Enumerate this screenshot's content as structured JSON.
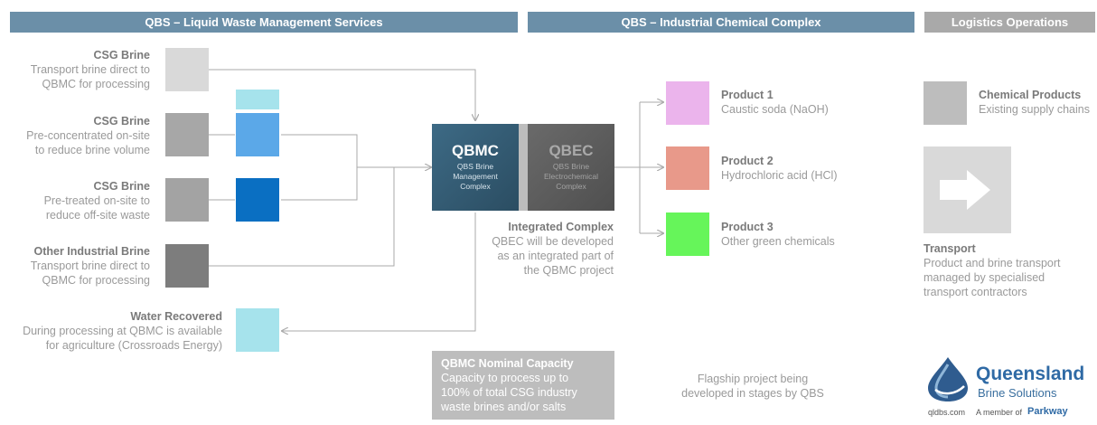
{
  "headers": {
    "lwms": "QBS – Liquid Waste Management Services",
    "icc": "QBS – Industrial Chemical Complex",
    "logistics": "Logistics Operations"
  },
  "sources": [
    {
      "title": "CSG Brine",
      "desc": [
        "Transport brine direct to",
        "QBMC for processing"
      ]
    },
    {
      "title": "CSG Brine",
      "desc": [
        "Pre-concentrated on-site",
        "to reduce brine volume"
      ]
    },
    {
      "title": "CSG Brine",
      "desc": [
        "Pre-treated on-site to",
        "reduce off-site waste"
      ]
    },
    {
      "title": "Other Industrial Brine",
      "desc": [
        "Transport brine direct to",
        "QBMC for processing"
      ]
    }
  ],
  "water": {
    "title": "Water Recovered",
    "desc": [
      "During processing at QBMC is available",
      "for agriculture (Crossroads Energy)"
    ]
  },
  "qbmc": {
    "name": "QBMC",
    "sub": [
      "QBS Brine",
      "Management",
      "Complex"
    ]
  },
  "qbec": {
    "name": "QBEC",
    "sub": [
      "QBS Brine",
      "Electrochemical",
      "Complex"
    ]
  },
  "integrated": {
    "title": "Integrated Complex",
    "desc": [
      "QBEC will be developed",
      "as an integrated part of",
      "the QBMC project"
    ]
  },
  "capacity": {
    "title": "QBMC Nominal Capacity",
    "desc": [
      "Capacity to process up to",
      "100% of total CSG industry",
      "waste brines and/or salts"
    ]
  },
  "flagship": [
    "Flagship project being",
    "developed in stages by QBS"
  ],
  "products": [
    {
      "title": "Product 1",
      "desc": "Caustic soda (NaOH)",
      "color": "#ebb4ec"
    },
    {
      "title": "Product 2",
      "desc": "Hydrochloric acid (HCl)",
      "color": "#e8998a"
    },
    {
      "title": "Product 3",
      "desc": "Other green chemicals",
      "color": "#66f55a"
    }
  ],
  "chemical_products": {
    "title": "Chemical Products",
    "desc": "Existing supply chains"
  },
  "transport": {
    "title": "Transport",
    "desc": [
      "Product and brine transport",
      "managed by specialised",
      "transport contractors"
    ]
  },
  "logo": {
    "name": "Queensland",
    "sub": "Brine Solutions",
    "url": "qldbs.com",
    "member": "A member of",
    "parent": "Parkway"
  },
  "colors": {
    "header_blue": "#6b8fa8",
    "header_gray": "#a9a9a9",
    "qbmc": "#33586f",
    "qbec": "#5f5f5f",
    "blue_light": "#5ba8e8",
    "blue_dark": "#0a6fc2",
    "cyan": "#a6e3ec"
  }
}
